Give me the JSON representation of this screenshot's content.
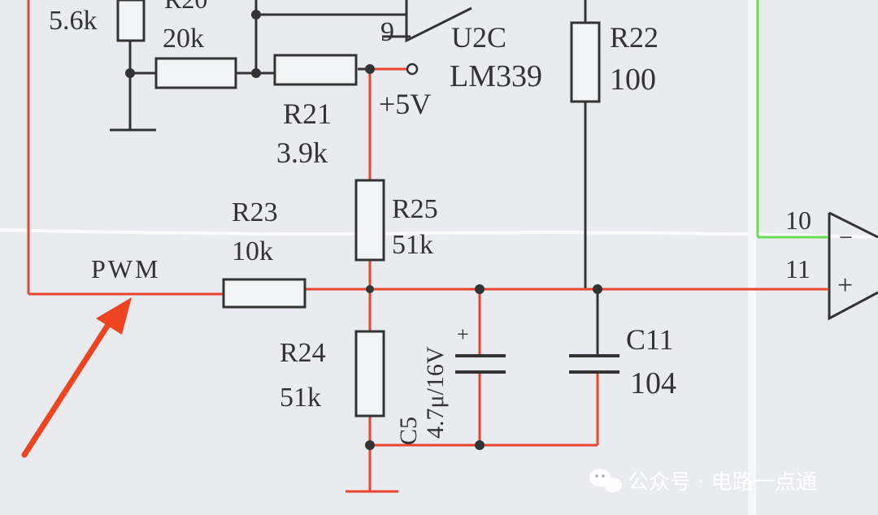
{
  "colors": {
    "paper": "#e9ebee",
    "ink": "#333333",
    "highlight_red": "#e8442e",
    "highlight_green": "#66dd55",
    "arrow_red": "#ee4422"
  },
  "labels": {
    "r_top_left_value": "5.6k",
    "r20_name": "R20",
    "r20_value": "20k",
    "pin9": "9",
    "u2c_name": "U2C",
    "u2c_part": "LM339",
    "r21_name": "R21",
    "r21_value": "3.9k",
    "vcc": "+5V",
    "r22_name": "R22",
    "r22_value": "100",
    "r23_name": "R23",
    "r23_value": "10k",
    "r25_name": "R25",
    "r25_value": "51k",
    "pwm": "PWM",
    "r24_name": "R24",
    "r24_value": "51k",
    "c5_name": "C5",
    "c5_value": "4.7μ/16V",
    "c5_plus": "+",
    "c11_name": "C11",
    "c11_value": "104",
    "pin10": "10",
    "pin11": "11",
    "opamp_minus": "−",
    "opamp_plus": "+"
  },
  "watermark": {
    "text": "公众号 · 电路一点通",
    "icon": "wechat-icon"
  }
}
